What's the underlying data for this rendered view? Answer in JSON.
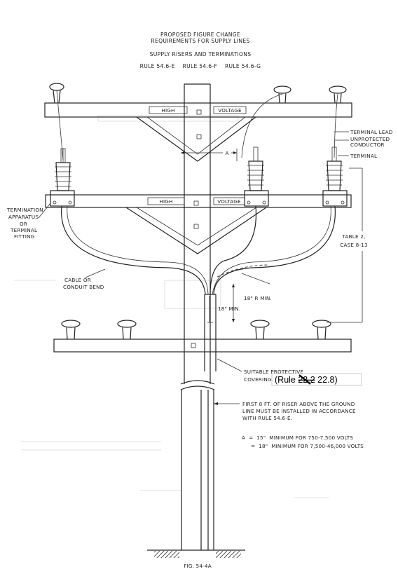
{
  "header": {
    "line1": "PROPOSED FIGURE CHANGE",
    "line2": "REQUIREMENTS FOR SUPPLY LINES",
    "line3": "SUPPLY RISERS AND TERMINATIONS",
    "line4": "RULE 54.6-E    RULE 54.6-F    RULE 54.6-G"
  },
  "crossarm_labels": {
    "top_high": "HIGH",
    "top_voltage": "VOLTAGE",
    "mid_high": "HIGH",
    "mid_voltage": "VOLTAGE"
  },
  "labels": {
    "terminal_lead": "TERMINAL LEAD",
    "unprotected_1": "UNPROTECTED",
    "unprotected_2": "CONDUCTOR",
    "terminal": "TERMINAL",
    "dim_a": "A",
    "termination_1": "TERMINATION",
    "termination_2": "APPARATUS",
    "termination_3": "OR",
    "termination_4": "TERMINAL",
    "termination_5": "FITTING",
    "table_1": "TABLE 2,",
    "table_2": "CASE 8-13",
    "cable_1": "CABLE OR",
    "cable_2": "CONDUIT BEND",
    "radius": "18\" R MIN.",
    "min18": "18\" MIN.",
    "suitable_1": "SUITABLE PROTECTIVE",
    "suitable_2": "COVERING",
    "rule_annotation_prefix": "(Rule ",
    "rule_annotation_struck": "22.2",
    "rule_annotation_new": " 22.8)",
    "first8_1": "FIRST 8 FT. OF RISER ABOVE THE GROUND",
    "first8_2": "LINE MUST BE INSTALLED IN ACCORDANCE",
    "first8_3": "WITH RULE 54.6-E.",
    "a_line1": "A  =  15\"  MINIMUM FOR 750-7,500 VOLTS",
    "a_line2": "=  18\"  MINIMUM FOR 7,500-46,000 VOLTS",
    "fig": "FIG. 54-4A"
  }
}
